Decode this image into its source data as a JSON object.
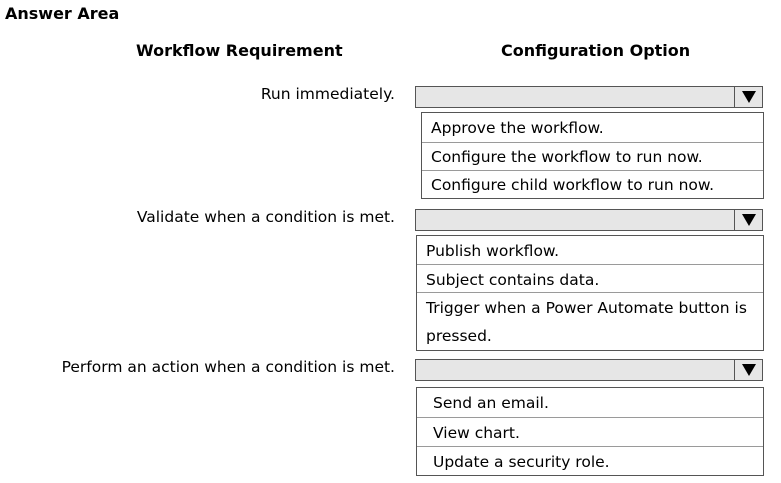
{
  "answer_area": {
    "title": "Answer Area",
    "headers": {
      "requirement": "Workflow Requirement",
      "option": "Configuration Option"
    },
    "rows": [
      {
        "requirement": "Run immediately.",
        "options": [
          "Approve the workflow.",
          "Configure the workflow to run now.",
          "Configure child workflow to run now."
        ]
      },
      {
        "requirement": "Validate when a condition is met.",
        "options": [
          "Publish workflow.",
          "Subject contains data.",
          "Trigger when a Power Automate button is pressed."
        ]
      },
      {
        "requirement": "Perform an action when a condition is met.",
        "options": [
          "Send an email.",
          "View chart.",
          "Update a security role."
        ]
      }
    ]
  },
  "colors": {
    "dropdown_fill": "#e6e6e6",
    "border": "#555555",
    "text": "#000000"
  },
  "icons": {
    "dropdown_arrow": "triangle-down-icon"
  }
}
